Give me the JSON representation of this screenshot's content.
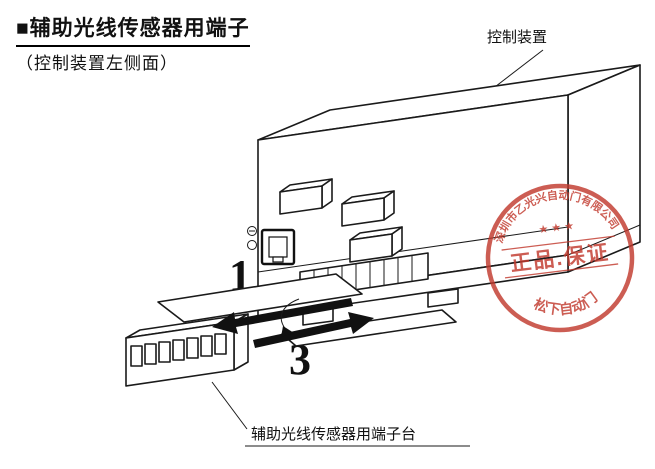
{
  "header": {
    "title": "■辅助光线传感器用端子",
    "subtitle": "（控制装置左侧面）"
  },
  "labels": {
    "device": "控制装置",
    "terminal_block": "辅助光线传感器用端子台"
  },
  "steps": {
    "step1": "1",
    "step3": "3"
  },
  "seal": {
    "arc_top": "深圳市乙光兴自动门有限公司",
    "stars": "★ ★ ★",
    "main": "正品.保证",
    "arc_bottom": "松下自动门",
    "color": "#c23a2e"
  }
}
